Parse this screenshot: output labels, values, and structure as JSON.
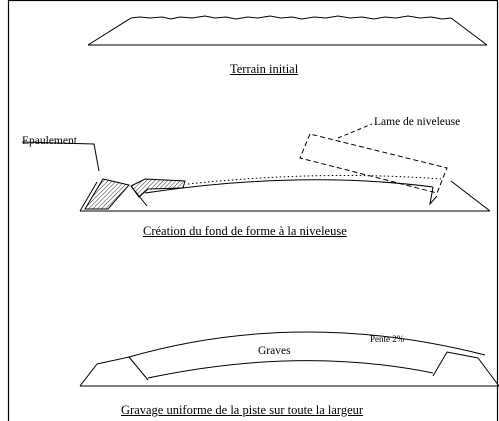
{
  "stage1": {
    "caption": "Terrain initial"
  },
  "stage2": {
    "caption": "Création du fond de forme à la niveleuse",
    "label_epaulement": "Epaulement",
    "label_lame": "Lame de niveleuse"
  },
  "stage3": {
    "caption": "Gravage uniforme de la piste sur toute la largeur",
    "label_graves": "Graves",
    "label_pente": "Pente 2%"
  }
}
